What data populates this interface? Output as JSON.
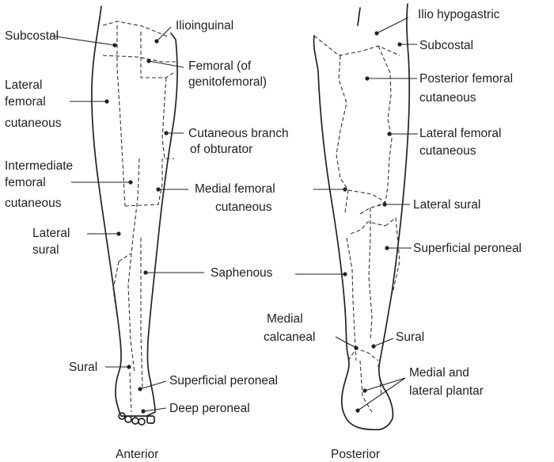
{
  "views": {
    "anterior": "Anterior",
    "posterior": "Posterior"
  },
  "labels": {
    "subcostal_a": "Subcostal",
    "ilioinguinal": "Ilioinguinal",
    "femoral_1": "Femoral (of",
    "femoral_2": "genitofemoral)",
    "lat_fem_a_1": "Lateral",
    "lat_fem_a_2": "femoral",
    "lat_fem_a_3": "cutaneous",
    "cut_obt_1": "Cutaneous branch",
    "cut_obt_2": "of obturator",
    "int_fem_1": "Intermediate",
    "int_fem_2": "femoral",
    "int_fem_3": "cutaneous",
    "med_fem_1": "Medial femoral",
    "med_fem_2": "cutaneous",
    "lat_sural_a_1": "Lateral",
    "lat_sural_a_2": "sural",
    "saphenous": "Saphenous",
    "sural_a": "Sural",
    "sup_per_a": "Superficial peroneal",
    "deep_per": "Deep peroneal",
    "ilio_hypo": "Ilio hypogastric",
    "subcostal_p": "Subcostal",
    "post_fem_1": "Posterior femoral",
    "post_fem_2": "cutaneous",
    "lat_fem_p_1": "Lateral femoral",
    "lat_fem_p_2": "cutaneous",
    "lat_sural_p": "Lateral sural",
    "sup_per_p": "Superficial peroneal",
    "med_calc_1": "Medial",
    "med_calc_2": "calcaneal",
    "sural_p": "Sural",
    "plantar_1": "Medial and",
    "plantar_2": "lateral plantar"
  }
}
